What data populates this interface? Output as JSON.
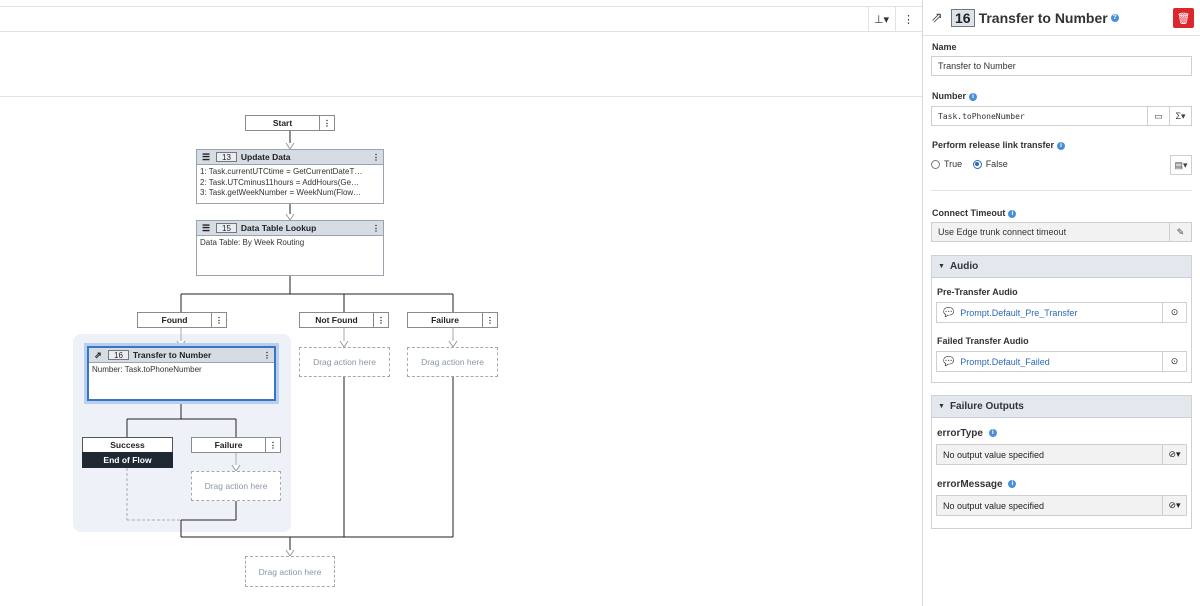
{
  "toolbar": {
    "layout_icon": "hierarchy-icon",
    "more_icon": "vertical-ellipsis-icon"
  },
  "flow": {
    "start_label": "Start",
    "update_data": {
      "number": "13",
      "title": "Update Data",
      "lines": [
        "1: Task.currentUTCtime = GetCurrentDateT…",
        "2: Task.UTCminus11hours = AddHours(Ge…",
        "3: Task.getWeekNumber = WeekNum(Flow…"
      ]
    },
    "data_table_lookup": {
      "number": "15",
      "title": "Data Table Lookup",
      "lines": [
        "Data Table: By Week Routing"
      ]
    },
    "branches": {
      "found": "Found",
      "not_found": "Not Found",
      "failure": "Failure"
    },
    "transfer": {
      "number": "16",
      "title": "Transfer to Number",
      "lines": [
        "Number: Task.toPhoneNumber"
      ]
    },
    "transfer_branches": {
      "success": "Success",
      "end_of_flow": "End of Flow",
      "failure": "Failure"
    },
    "drop_label": "Drag action here"
  },
  "panel": {
    "number": "16",
    "title": "Transfer to Number",
    "name_label": "Name",
    "name_value": "Transfer to Number",
    "number_label": "Number",
    "number_value": "Task.toPhoneNumber",
    "release_label": "Perform release link transfer",
    "release_options": [
      "True",
      "False"
    ],
    "release_selected": "False",
    "connect_timeout_label": "Connect Timeout",
    "connect_timeout_value": "Use Edge trunk connect timeout",
    "audio": {
      "header": "Audio",
      "pre_label": "Pre-Transfer Audio",
      "pre_value": "Prompt.Default_Pre_Transfer",
      "failed_label": "Failed Transfer Audio",
      "failed_value": "Prompt.Default_Failed"
    },
    "failure_outputs": {
      "header": "Failure Outputs",
      "error_type_label": "errorType",
      "error_type_value": "No output value specified",
      "error_message_label": "errorMessage",
      "error_message_value": "No output value specified"
    },
    "colors": {
      "accent": "#2a6ab8",
      "delete": "#d9272e",
      "selection": "#3b74c4"
    }
  }
}
